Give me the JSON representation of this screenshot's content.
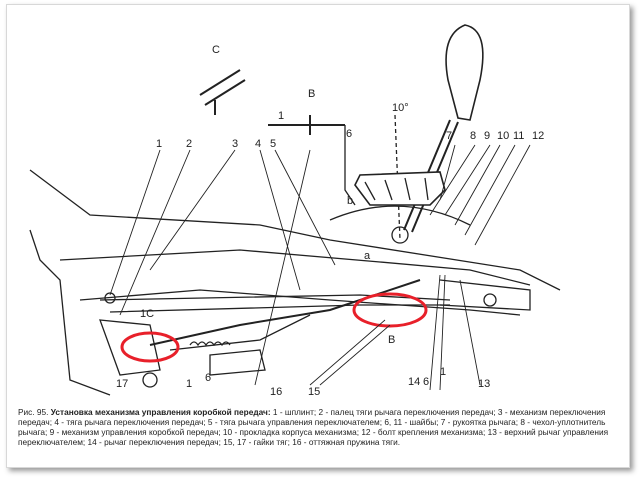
{
  "diagram": {
    "callouts": [
      "C",
      "B",
      "1",
      "6",
      "10°",
      "7",
      "8",
      "9",
      "10",
      "11",
      "12",
      "1",
      "2",
      "3",
      "4",
      "5",
      "a",
      "b",
      "1C",
      "17",
      "1",
      "6",
      "16",
      "15",
      "14",
      "6",
      "1",
      "13",
      "B"
    ],
    "highlight_color": "#e8202a"
  },
  "caption": {
    "figure": "Рис. 95.",
    "title": "Установка механизма управления коробкой передач:",
    "text": "1 - шплинт; 2 - палец тяги рычага переключения передач; 3 - механизм переключения передач; 4 - тяга рычага переключения передач; 5 - тяга рычага управления переключателем; 6, 11 - шайбы; 7 - рукоятка рычага; 8 - чехол-уплотнитель рычага; 9 - механизм управления коробкой передач; 10 - прокладка корпуса механизма; 12 - болт крепления механизма; 13 - верхний рычаг управления переключателем; 14 - рычаг переключения передач; 15, 17 - гайки тяг; 16 - оттяжная пружина тяги."
  }
}
